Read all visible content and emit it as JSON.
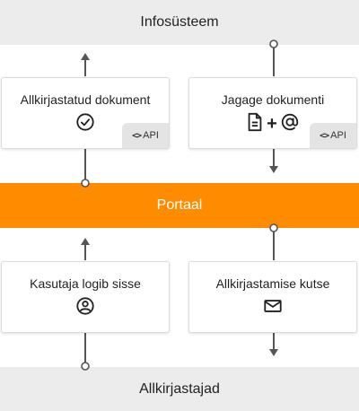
{
  "top_band": {
    "label": "Infosüsteem"
  },
  "portal": {
    "label": "Portaal"
  },
  "bottom_band": {
    "label": "Allkirjastajad"
  },
  "cards": {
    "signed_document": {
      "title": "Allkirjastatud dokument",
      "icon": "check-circle-icon",
      "badge": "API",
      "badge_icon": "code-icon"
    },
    "share_document": {
      "title": "Jagage dokumenti",
      "icons": [
        "document-icon",
        "plus-icon",
        "at-sign-icon"
      ],
      "plus": "+",
      "badge": "API",
      "badge_icon": "code-icon"
    },
    "user_login": {
      "title": "Kasutaja logib sisse",
      "icon": "user-circle-icon"
    },
    "signing_invite": {
      "title": "Allkirjastamise kutse",
      "icon": "envelope-icon"
    }
  },
  "colors": {
    "portal": "#ff8c00",
    "band": "#ececec",
    "line": "#555555"
  }
}
